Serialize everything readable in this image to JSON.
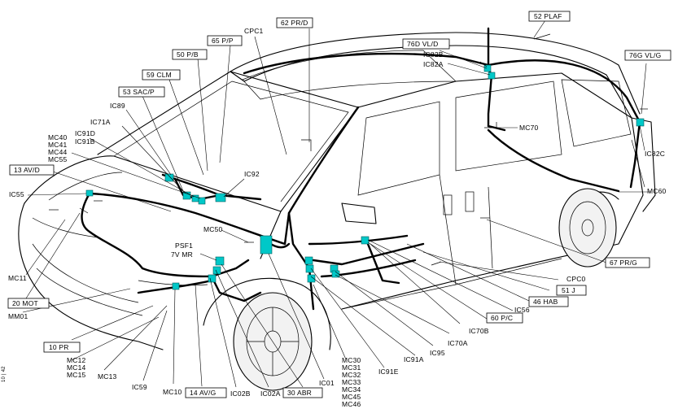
{
  "diagram": {
    "boxed_labels": [
      {
        "id": "lb-62-pr-d",
        "text": "62 PR/D"
      },
      {
        "id": "lb-52-plaf",
        "text": "52 PLAF"
      },
      {
        "id": "lb-65-p-p",
        "text": "65 P/P"
      },
      {
        "id": "lb-50-p-b",
        "text": "50 P/B"
      },
      {
        "id": "lb-59-clm",
        "text": "59 CLM"
      },
      {
        "id": "lb-53-sac-p",
        "text": "53 SAC/P"
      },
      {
        "id": "lb-76d-vl-d",
        "text": "76D VL/D"
      },
      {
        "id": "lb-76g-vl-g",
        "text": "76G VL/G"
      },
      {
        "id": "lb-13-av-d",
        "text": "13 AV/D"
      },
      {
        "id": "lb-20-mot",
        "text": "20 MOT"
      },
      {
        "id": "lb-10-pr",
        "text": "10 PR"
      },
      {
        "id": "lb-14-av-g",
        "text": "14 AV/G"
      },
      {
        "id": "lb-30-abr",
        "text": "30 ABR"
      },
      {
        "id": "lb-67-pr-g",
        "text": "67 PR/G"
      },
      {
        "id": "lb-51-j",
        "text": "51 J"
      },
      {
        "id": "lb-46-hab",
        "text": "46 HAB"
      },
      {
        "id": "lb-60-p-c",
        "text": "60 P/C"
      }
    ],
    "plain_labels": [
      {
        "id": "lb-cpc1",
        "text": "CPC1"
      },
      {
        "id": "lb-ic82b",
        "text": "IC82B"
      },
      {
        "id": "lb-ic82a",
        "text": "IC82A"
      },
      {
        "id": "lb-ic89",
        "text": "IC89"
      },
      {
        "id": "lb-ic71a",
        "text": "IC71A"
      },
      {
        "id": "lb-ic91d",
        "text": "IC91D"
      },
      {
        "id": "lb-ic91b",
        "text": "IC91B"
      },
      {
        "id": "lb-mc40",
        "text": "MC40"
      },
      {
        "id": "lb-mc41",
        "text": "MC41"
      },
      {
        "id": "lb-mc44",
        "text": "MC44"
      },
      {
        "id": "lb-mc55",
        "text": "MC55"
      },
      {
        "id": "lb-ic92",
        "text": "IC92"
      },
      {
        "id": "lb-mc70",
        "text": "MC70"
      },
      {
        "id": "lb-ic82c",
        "text": "IC82C"
      },
      {
        "id": "lb-mc60",
        "text": "MC60"
      },
      {
        "id": "lb-ic55",
        "text": "IC55"
      },
      {
        "id": "lb-mc50",
        "text": "MC50"
      },
      {
        "id": "lb-psf1",
        "text": "PSF1"
      },
      {
        "id": "lb-7v-mr",
        "text": "7V MR"
      },
      {
        "id": "lb-mc11",
        "text": "MC11"
      },
      {
        "id": "lb-mm01",
        "text": "MM01"
      },
      {
        "id": "lb-mc12",
        "text": "MC12"
      },
      {
        "id": "lb-mc14",
        "text": "MC14"
      },
      {
        "id": "lb-mc15",
        "text": "MC15"
      },
      {
        "id": "lb-mc13",
        "text": "MC13"
      },
      {
        "id": "lb-ic59",
        "text": "IC59"
      },
      {
        "id": "lb-mc10",
        "text": "MC10"
      },
      {
        "id": "lb-ic02b",
        "text": "IC02B"
      },
      {
        "id": "lb-ic02a",
        "text": "IC02A"
      },
      {
        "id": "lb-mc30",
        "text": "MC30"
      },
      {
        "id": "lb-mc31",
        "text": "MC31"
      },
      {
        "id": "lb-mc32",
        "text": "MC32"
      },
      {
        "id": "lb-mc33",
        "text": "MC33"
      },
      {
        "id": "lb-mc34",
        "text": "MC34"
      },
      {
        "id": "lb-mc45",
        "text": "MC45"
      },
      {
        "id": "lb-mc46",
        "text": "MC46"
      },
      {
        "id": "lb-ic01",
        "text": "IC01"
      },
      {
        "id": "lb-ic91e",
        "text": "IC91E"
      },
      {
        "id": "lb-ic91a",
        "text": "IC91A"
      },
      {
        "id": "lb-ic95",
        "text": "IC95"
      },
      {
        "id": "lb-ic70a",
        "text": "IC70A"
      },
      {
        "id": "lb-ic70b",
        "text": "IC70B"
      },
      {
        "id": "lb-ic56",
        "text": "IC56"
      },
      {
        "id": "lb-cpc0",
        "text": "CPC0"
      }
    ],
    "side_reference": "10 | 42",
    "colors": {
      "line": "#000000",
      "connector": "#00c8c8",
      "background": "#ffffff"
    }
  }
}
